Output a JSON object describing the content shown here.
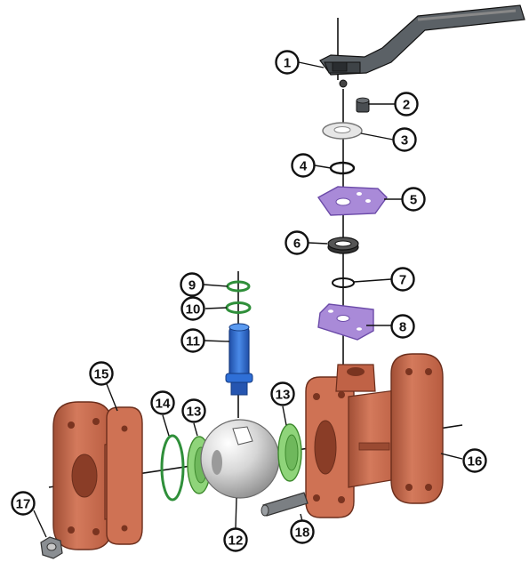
{
  "diagram": {
    "callouts": [
      {
        "id": "1",
        "label": "1"
      },
      {
        "id": "2",
        "label": "2"
      },
      {
        "id": "3",
        "label": "3"
      },
      {
        "id": "4",
        "label": "4"
      },
      {
        "id": "5",
        "label": "5"
      },
      {
        "id": "6",
        "label": "6"
      },
      {
        "id": "7",
        "label": "7"
      },
      {
        "id": "8",
        "label": "8"
      },
      {
        "id": "9",
        "label": "9"
      },
      {
        "id": "10",
        "label": "10"
      },
      {
        "id": "11",
        "label": "11"
      },
      {
        "id": "12",
        "label": "12"
      },
      {
        "id": "13a",
        "label": "13"
      },
      {
        "id": "13b",
        "label": "13"
      },
      {
        "id": "14",
        "label": "14"
      },
      {
        "id": "15",
        "label": "15"
      },
      {
        "id": "16",
        "label": "16"
      },
      {
        "id": "17",
        "label": "17"
      },
      {
        "id": "18",
        "label": "18"
      }
    ],
    "colors": {
      "body": "#c9694d",
      "body_dark": "#a14f36",
      "body_light": "#e08a6c",
      "handle": "#555a5f",
      "stem": "#2f6fd6",
      "plate": "#a98ad8",
      "seat": "#8fd47a",
      "oring_green": "#2f8f3a",
      "ball": "#cfcfcf",
      "outline": "#111111"
    }
  }
}
